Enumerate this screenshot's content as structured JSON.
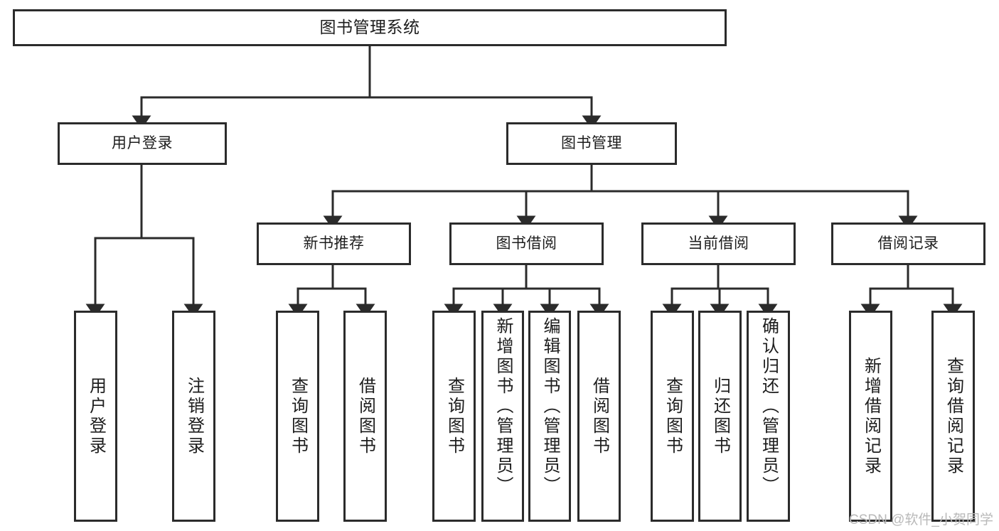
{
  "diagram": {
    "type": "tree-hierarchy",
    "title": "图书管理系统",
    "watermark": "CSDN @软件_小贺同学",
    "colors": {
      "border": "#2b2b2b",
      "background": "#ffffff",
      "text": "#1d1d1d",
      "edge": "#2b2b2b",
      "watermark": "#b9b9b9"
    },
    "levels": {
      "root": {
        "label": "图书管理系统"
      },
      "level1": [
        {
          "label": "用户登录"
        },
        {
          "label": "图书管理"
        }
      ],
      "level2": [
        {
          "label": "新书推荐"
        },
        {
          "label": "图书借阅"
        },
        {
          "label": "当前借阅"
        },
        {
          "label": "借阅记录"
        }
      ],
      "leaves": {
        "user_login": [
          {
            "label": "用户登录"
          },
          {
            "label": "注销登录"
          }
        ],
        "new_book_recommend": [
          {
            "label": "查询图书"
          },
          {
            "label": "借阅图书"
          }
        ],
        "book_borrow": [
          {
            "label": "查询图书"
          },
          {
            "label": "新增图书（管理员）"
          },
          {
            "label": "编辑图书（管理员）"
          },
          {
            "label": "借阅图书"
          }
        ],
        "current_borrow": [
          {
            "label": "查询图书"
          },
          {
            "label": "归还图书"
          },
          {
            "label": "确认归还（管理员）"
          }
        ],
        "borrow_record": [
          {
            "label": "新增借阅记录"
          },
          {
            "label": "查询借阅记录"
          }
        ]
      }
    }
  }
}
